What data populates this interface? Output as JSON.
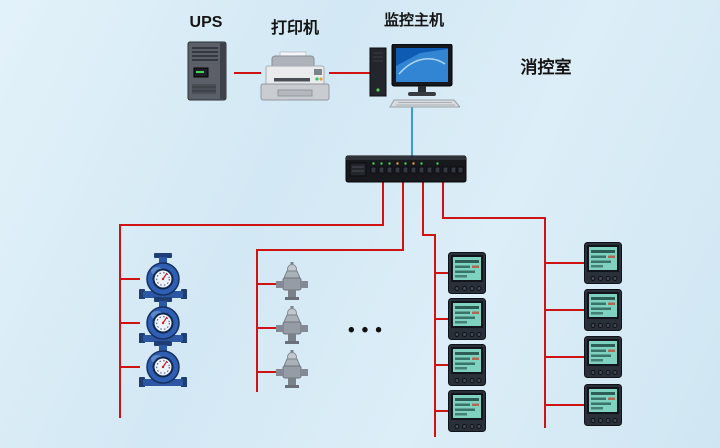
{
  "diagram": {
    "labels": {
      "ups": "UPS",
      "printer": "打印机",
      "monitor_host": "监控主机",
      "control_room": "消控室",
      "ellipsis": "•••"
    },
    "colors": {
      "background": "#d5eaf5",
      "line_red": "#cf1212",
      "line_blue": "#3e9bd6"
    }
  }
}
